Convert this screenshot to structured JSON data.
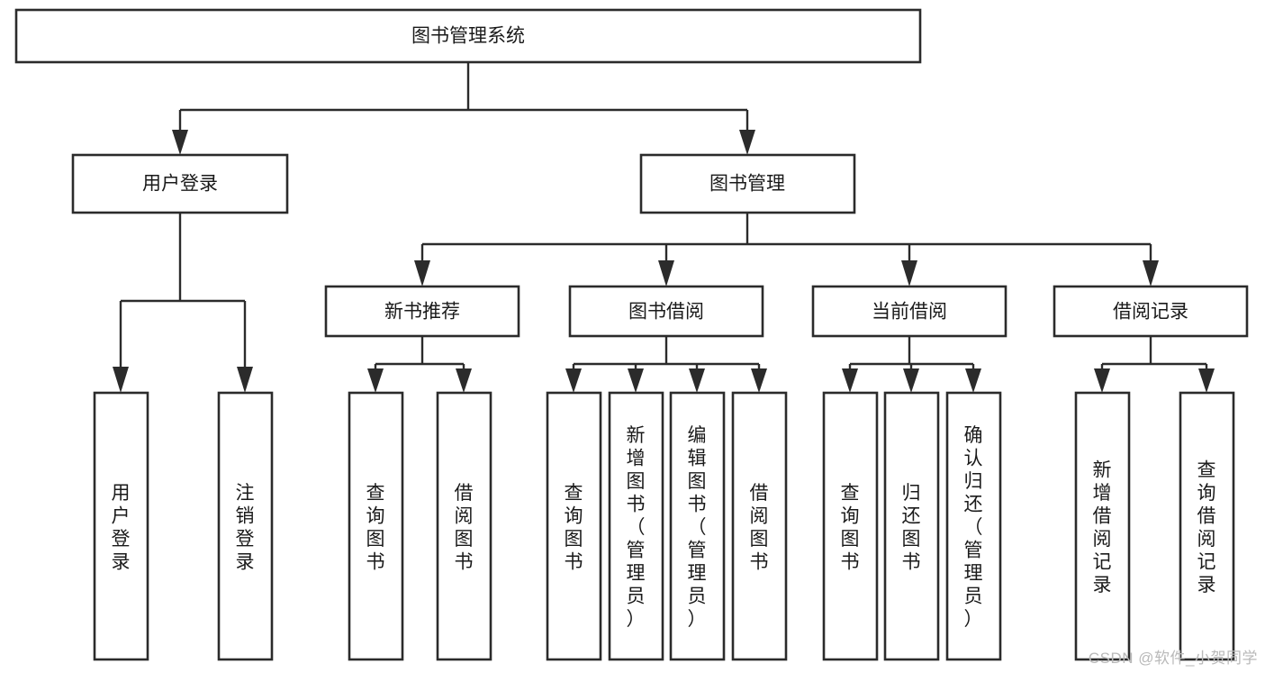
{
  "diagram": {
    "type": "tree-hierarchy-chart",
    "title": "图书管理系统",
    "watermark": "CSDN @软件_小贺同学",
    "colors": {
      "box_stroke": "#2b2b2b",
      "box_fill": "#ffffff",
      "text": "#1a1a1a",
      "background": "#ffffff",
      "watermark": "#b9b9b9"
    },
    "levels": {
      "root": {
        "label": "图书管理系统"
      },
      "level2": [
        {
          "label": "用户登录"
        },
        {
          "label": "图书管理"
        }
      ],
      "level3": [
        {
          "label": "新书推荐"
        },
        {
          "label": "图书借阅"
        },
        {
          "label": "当前借阅"
        },
        {
          "label": "借阅记录"
        }
      ],
      "leaves": {
        "user_login": [
          {
            "label": "用户登录"
          },
          {
            "label": "注销登录"
          }
        ],
        "new_book_recommend": [
          {
            "label": "查询图书"
          },
          {
            "label": "借阅图书"
          }
        ],
        "book_borrow": [
          {
            "label": "查询图书"
          },
          {
            "label": "新增图书（管理员）"
          },
          {
            "label": "编辑图书（管理员）"
          },
          {
            "label": "借阅图书"
          }
        ],
        "current_borrow": [
          {
            "label": "查询图书"
          },
          {
            "label": "归还图书"
          },
          {
            "label": "确认归还（管理员）"
          }
        ],
        "borrow_record": [
          {
            "label": "新增借阅记录"
          },
          {
            "label": "查询借阅记录"
          }
        ]
      }
    }
  }
}
